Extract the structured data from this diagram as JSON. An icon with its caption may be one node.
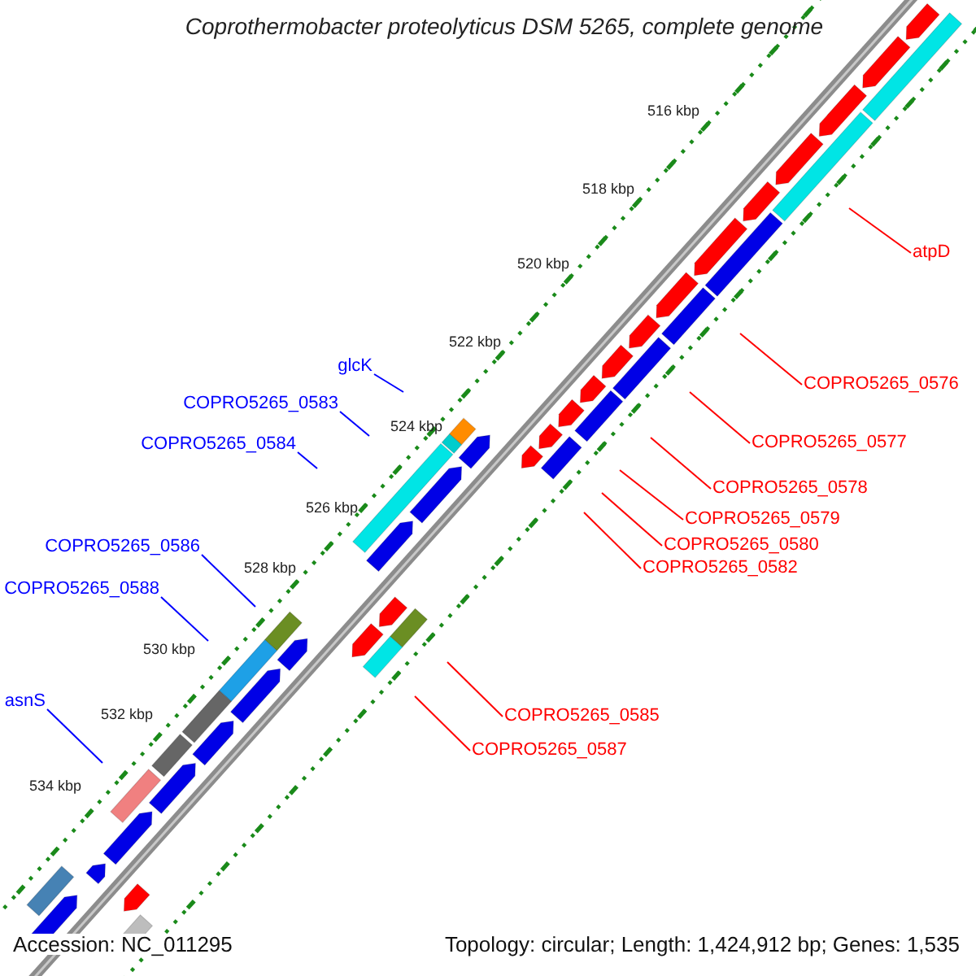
{
  "diagram": {
    "title": "Coprothermobacter proteolyticus DSM 5265, complete genome",
    "nodes": [
      {
        "text": [
          "atpD"
        ]
      },
      {
        "text": [
          "glcK"
        ]
      },
      {
        "text": [
          "COPRO5265_0576"
        ]
      },
      {
        "text": [
          "COPRO5265_0583"
        ]
      },
      {
        "text": [
          "COPRO5265_0584"
        ]
      },
      {
        "text": [
          "COPRO5265_0577"
        ]
      },
      {
        "text": [
          "COPRO5265_0578"
        ]
      },
      {
        "text": [
          "COPRO5265_0579"
        ]
      },
      {
        "text": [
          "COPRO5265_0580"
        ]
      },
      {
        "text": [
          "COPRO5265_0586"
        ]
      },
      {
        "text": [
          "COPRO5265_0582"
        ]
      },
      {
        "text": [
          "COPRO5265_0588"
        ]
      },
      {
        "text": [
          "asnS"
        ]
      },
      {
        "text": [
          "COPRO5265_0585"
        ]
      },
      {
        "text": [
          "COPRO5265_0587"
        ]
      }
    ],
    "edges": [
      {
        "from": 0,
        "to": null,
        "arrow": "none"
      },
      {
        "from": 1,
        "to": null,
        "arrow": "none",
        "color": "#0000ff"
      },
      {
        "from": 2,
        "to": null,
        "arrow": "none"
      },
      {
        "from": 3,
        "to": null,
        "arrow": "none",
        "color": "#0000ff"
      },
      {
        "from": 4,
        "to": null,
        "arrow": "none",
        "color": "#0000ff"
      },
      {
        "from": 5,
        "to": null,
        "arrow": "none"
      },
      {
        "from": 6,
        "to": null,
        "arrow": "none"
      },
      {
        "from": 7,
        "to": null,
        "arrow": "none"
      },
      {
        "from": 8,
        "to": null,
        "arrow": "none"
      },
      {
        "from": 9,
        "to": null,
        "arrow": "none",
        "color": "#0000ff"
      },
      {
        "from": 10,
        "to": null,
        "arrow": "none"
      },
      {
        "from": 11,
        "to": null,
        "arrow": "none",
        "color": "#0000ff"
      },
      {
        "from": 12,
        "to": null,
        "arrow": "none",
        "color": "#0000ff"
      },
      {
        "from": 13,
        "to": null,
        "arrow": "none"
      },
      {
        "from": 14,
        "to": null,
        "arrow": "none"
      }
    ],
    "labels": [
      "516 kbp",
      "518 kbp",
      "520 kbp",
      "522 kbp",
      "524 kbp",
      "526 kbp",
      "528 kbp",
      "530 kbp",
      "532 kbp",
      "534 kbp",
      "Accession: NC_011295",
      "Topology: circular; Length: 1,424,912 bp; Genes: 1,535"
    ]
  }
}
